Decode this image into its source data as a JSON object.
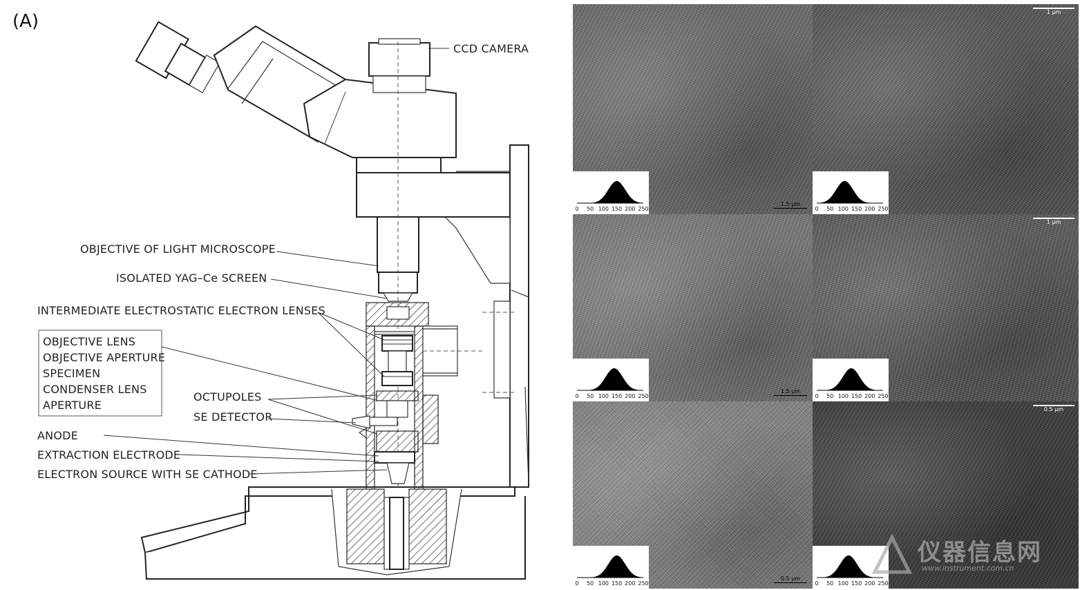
{
  "panel_label": "(A)",
  "labels": {
    "ccd_camera": "CCD CAMERA",
    "objective_light": "OBJECTIVE OF LIGHT MICROSCOPE",
    "yag_screen": "ISOLATED YAG–Ce SCREEN",
    "intermediate_lenses": "INTERMEDIATE ELECTROSTATIC ELECTRON LENSES",
    "boxed": [
      "OBJECTIVE LENS",
      "OBJECTIVE APERTURE",
      "SPECIMEN",
      "CONDENSER LENS",
      "APERTURE"
    ],
    "octupoles": "OCTUPOLES",
    "se_detector": "SE DETECTOR",
    "anode": "ANODE",
    "extraction_electrode": "EXTRACTION ELECTRODE",
    "electron_source": "ELECTRON SOURCE WITH SE CATHODE"
  },
  "tiles": [
    {
      "scale": "1.5 µm",
      "scale_pos": "bottom-right",
      "tone": "#6f6f6f",
      "hist_peak": 150
    },
    {
      "scale": "1 µm",
      "scale_pos": "top-right",
      "tone": "#5a5a5a",
      "hist_peak": 105
    },
    {
      "scale": "1.5 µm",
      "scale_pos": "bottom-right",
      "tone": "#7d7d7d",
      "hist_peak": 140
    },
    {
      "scale": "1 µm",
      "scale_pos": "top-right",
      "tone": "#5e5e5e",
      "hist_peak": 130
    },
    {
      "scale": "0.5 µm",
      "scale_pos": "bottom-right",
      "tone": "#8a8a8a",
      "hist_peak": 150
    },
    {
      "scale": "0.5 µm",
      "scale_pos": "top-right",
      "tone": "#3e3e3e",
      "hist_peak": 120
    }
  ],
  "hist_ticks": [
    "0",
    "50",
    "100",
    "150",
    "200",
    "250"
  ],
  "watermark": {
    "text": "仪器信息网",
    "url": "www.instrument.com.cn"
  }
}
